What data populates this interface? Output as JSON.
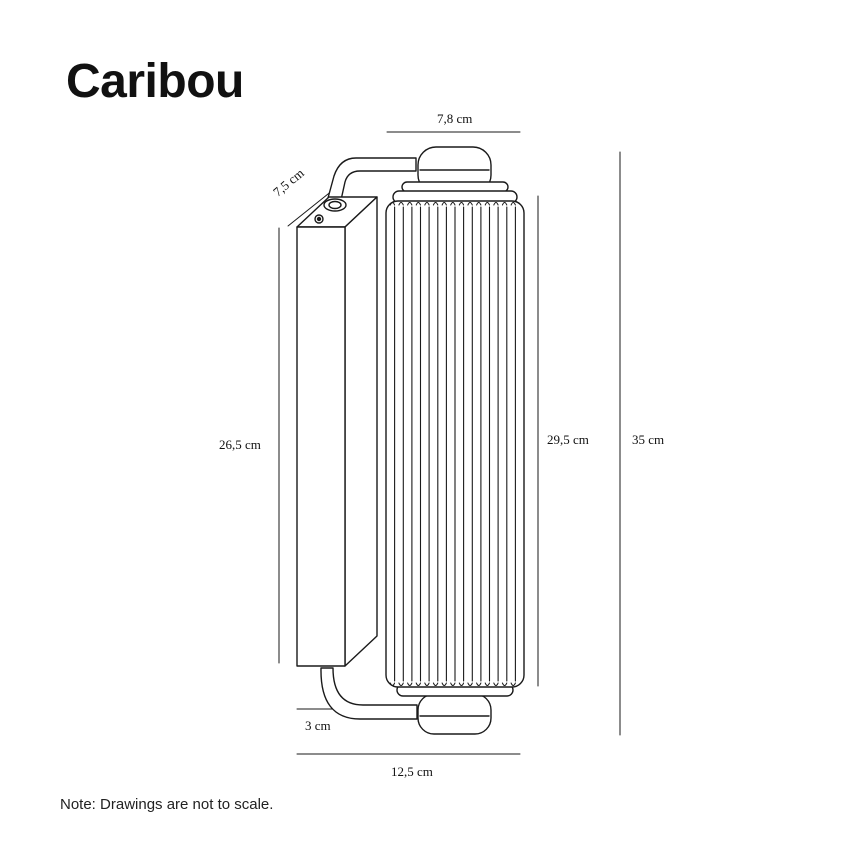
{
  "brand": {
    "name": "Caribou"
  },
  "dimensions": {
    "top_width": "7,8 cm",
    "depth": "7,5 cm",
    "backplate_height": "26,5 cm",
    "shade_height": "29,5 cm",
    "total_height": "35 cm",
    "projection_offset": "3 cm",
    "total_width": "12,5 cm"
  },
  "note": {
    "text": "Note: Drawings are not to scale."
  },
  "drawing": {
    "shade_rib_count": 15,
    "line_color": "#1a1a1a"
  }
}
